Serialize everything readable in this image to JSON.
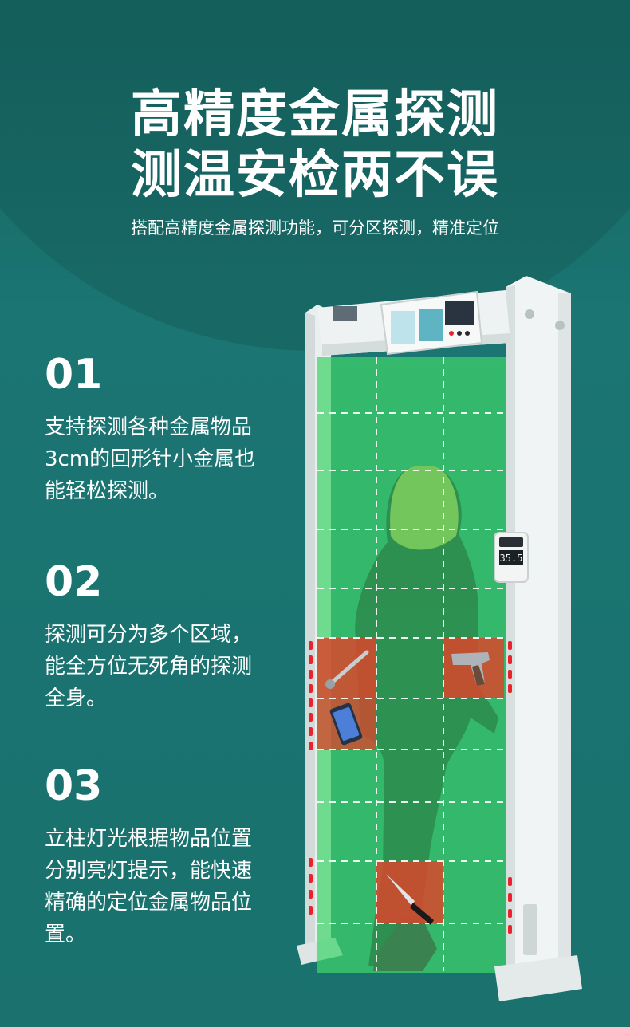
{
  "header": {
    "title_line1": "高精度金属探测",
    "title_line2": "测温安检两不误",
    "subtitle": "搭配高精度金属探测功能，可分区探测，精准定位"
  },
  "features": [
    {
      "number": "01",
      "lines": [
        "支持探测各种金属物品",
        "3cm的回形针小金属也",
        "能轻松探测。"
      ]
    },
    {
      "number": "02",
      "lines": [
        "探测可分为多个区域，",
        "能全方位无死角的探测",
        "全身。"
      ]
    },
    {
      "number": "03",
      "lines": [
        "立柱灯光根据物品位置",
        "分别亮灯提示，能快速",
        "精确的定位金属物品位",
        "置。"
      ]
    }
  ],
  "thermometer": {
    "reading": "35.5"
  },
  "colors": {
    "background": "#1b7572",
    "zone_green": "#3fd46b",
    "zone_red": "#d9452c",
    "led_red": "#e8232b"
  }
}
